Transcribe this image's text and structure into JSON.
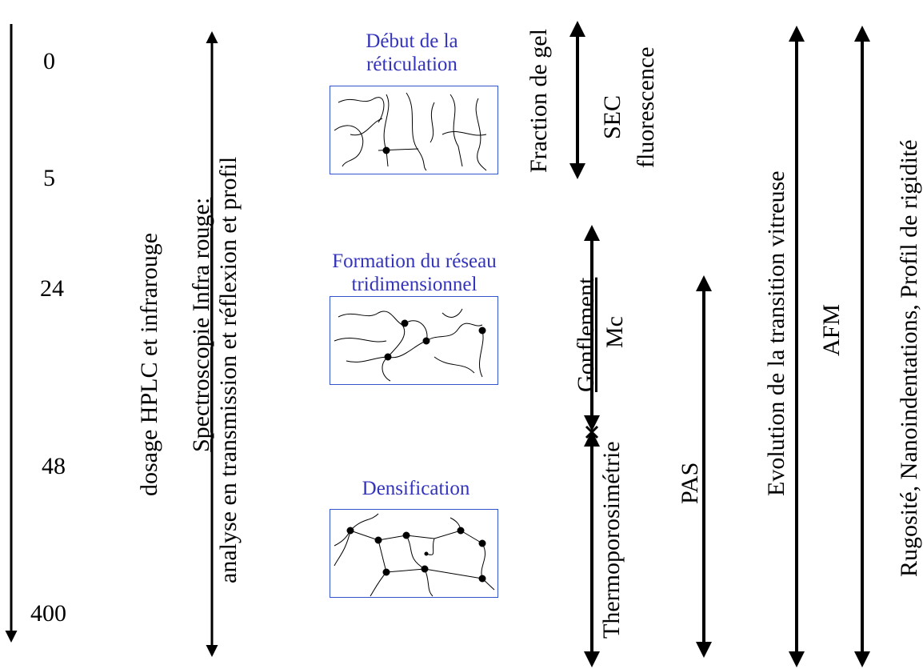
{
  "time_axis": {
    "ticks": [
      "0",
      "5",
      "24",
      "48",
      "400"
    ]
  },
  "stages": [
    {
      "title_line1": "Début de la",
      "title_line2": "réticulation"
    },
    {
      "title_line1": "Formation du réseau",
      "title_line2": "tridimensionnel"
    },
    {
      "title_line1": "Densification",
      "title_line2": ""
    }
  ],
  "techniques": {
    "hplc": "dosage HPLC et infrarouge",
    "ir_line1": "Spectroscopie Infra rouge:",
    "ir_line2": "analyse en transmission et réflexion et profil",
    "gel_fraction": "Fraction de gel",
    "sec": "SEC",
    "fluorescence": "fluorescence",
    "swelling": "Gonflement",
    "mc": "Mc",
    "thermoporo": "Thermoporosimétrie",
    "pas": "PAS",
    "tg": "Evolution de la transition vitreuse",
    "afm": "AFM",
    "roughness": "Rugosité, Nanoindentations, Profil de rigidité"
  }
}
